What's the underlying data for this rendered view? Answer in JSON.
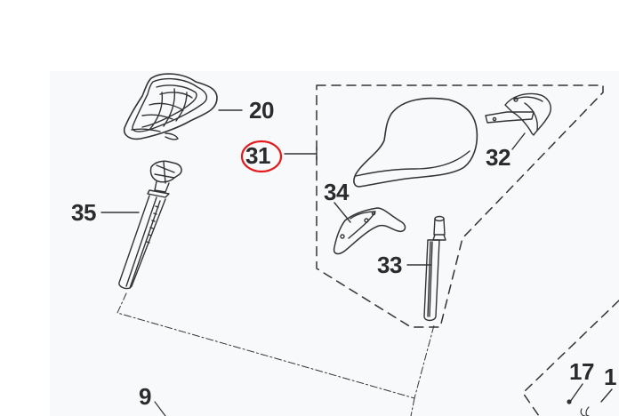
{
  "callouts": {
    "saddle_complete": "20",
    "saddle_set": "31",
    "saddle_clamp": "32",
    "seat_post_small": "33",
    "mudguard": "34",
    "seat_post": "35",
    "frame": "9",
    "bolt": "17",
    "partial": "1"
  },
  "highlight": {
    "target": "31",
    "color": "#e31b1b"
  },
  "colors": {
    "line": "#333333",
    "panel": "#f7f9fb"
  }
}
